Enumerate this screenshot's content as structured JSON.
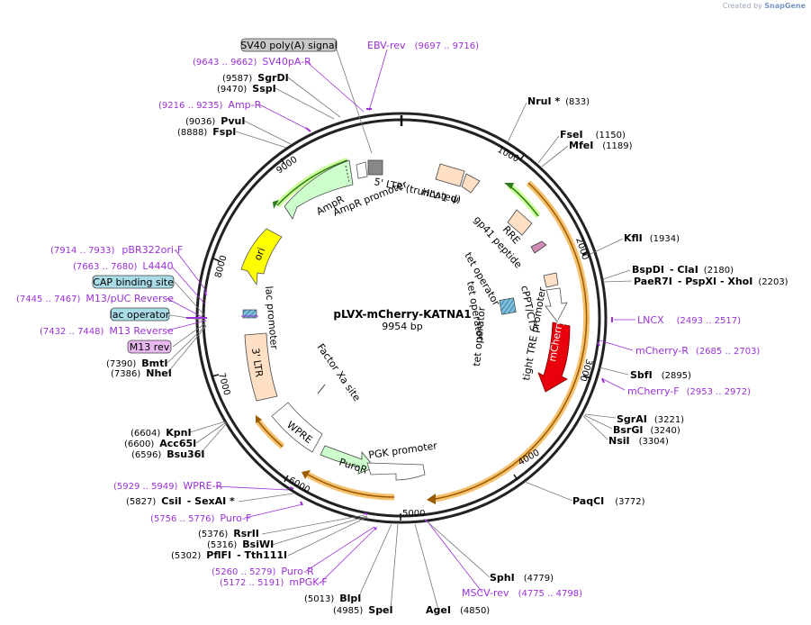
{
  "watermark": {
    "created_by": "Created by",
    "brand": "SnapGene"
  },
  "plasmid": {
    "name": "pLVX-mCherry-KATNA1",
    "size": "9954 bp"
  },
  "ticks": [
    "1000",
    "2000",
    "3000",
    "4000",
    "5000",
    "6000",
    "7000",
    "8000",
    "9000"
  ],
  "features": {
    "ltr5": "5' LTR (truncated)",
    "hiv1": "HIV-1 Ψ",
    "rre": "RRE",
    "gp41": "gp41 peptide",
    "cppt": "cPPT/CTS",
    "tetop1": "tet operator",
    "tetop2": "tet operator",
    "tetop3": "tet operator",
    "tre": "tight TRE promoter",
    "mcherry": "mCherry",
    "pgk": "PGK promoter",
    "puror": "PuroR",
    "wpre": "WPRE",
    "factorxa": "Factor Xa site",
    "ltr3": "3' LTR",
    "lacprom": "lac promoter",
    "ori": "ori",
    "ampr": "AmpR",
    "amprprom": "AmpR promoter"
  },
  "boxed_features": {
    "sv40": "SV40 poly(A) signal",
    "cap": "CAP binding site",
    "lacop": "lac operator",
    "m13rev": "M13 rev"
  },
  "enzymes": [
    {
      "name": "NruI *",
      "pos": "(833)"
    },
    {
      "name": "FseI",
      "pos": "(1150)"
    },
    {
      "name": "MfeI",
      "pos": "(1189)"
    },
    {
      "name": "KflI",
      "pos": "(1934)"
    },
    {
      "name": "BspDI",
      "extra": "-  ClaI",
      "pos": "(2180)"
    },
    {
      "name": "PaeR7I",
      "extra": "-  PspXI   -  XhoI",
      "pos": "(2203)"
    },
    {
      "name": "SbfI",
      "pos": "(2895)"
    },
    {
      "name": "SgrAI",
      "pos": "(3221)"
    },
    {
      "name": "BsrGI",
      "pos": "(3240)"
    },
    {
      "name": "NsiI",
      "pos": "(3304)"
    },
    {
      "name": "PaqCI",
      "pos": "(3772)"
    },
    {
      "name": "SphI",
      "pos": "(4779)"
    },
    {
      "name": "AgeI",
      "pos": "(4850)"
    },
    {
      "name": "SpeI",
      "pos": "(4985)"
    },
    {
      "name": "BlpI",
      "pos": "(5013)"
    },
    {
      "name": "PflFI",
      "extra": "-  Tth111I",
      "pos": "(5302)"
    },
    {
      "name": "BsiWI",
      "pos": "(5316)"
    },
    {
      "name": "RsrII",
      "pos": "(5376)"
    },
    {
      "name": "CsiI",
      "extra": "-  SexAI *",
      "pos": "(5827)"
    },
    {
      "name": "Bsu36I",
      "pos": "(6596)"
    },
    {
      "name": "Acc65I",
      "pos": "(6600)"
    },
    {
      "name": "KpnI",
      "pos": "(6604)"
    },
    {
      "name": "NheI",
      "pos": "(7386)"
    },
    {
      "name": "BmtI",
      "pos": "(7390)"
    },
    {
      "name": "FspI",
      "pos": "(8888)"
    },
    {
      "name": "PvuI",
      "pos": "(9036)"
    },
    {
      "name": "SspI",
      "pos": "(9470)"
    },
    {
      "name": "SgrDI",
      "pos": "(9587)"
    }
  ],
  "primers": [
    {
      "name": "EBV-rev",
      "pos": "(9697 .. 9716)"
    },
    {
      "name": "SV40pA-R",
      "pos": "(9643 .. 9662)"
    },
    {
      "name": "Amp-R",
      "pos": "(9216 .. 9235)"
    },
    {
      "name": "pBR322ori-F",
      "pos": "(7914 .. 7933)"
    },
    {
      "name": "L4440",
      "pos": "(7663 .. 7680)"
    },
    {
      "name": "M13/pUC Reverse",
      "pos": "(7445 .. 7467)"
    },
    {
      "name": "M13 Reverse",
      "pos": "(7432 .. 7448)"
    },
    {
      "name": "LNCX",
      "pos": "(2493 .. 2517)"
    },
    {
      "name": "mCherry-R",
      "pos": "(2685 .. 2703)"
    },
    {
      "name": "mCherry-F",
      "pos": "(2953 .. 2972)"
    },
    {
      "name": "WPRE-R",
      "pos": "(5929 .. 5949)"
    },
    {
      "name": "Puro-F",
      "pos": "(5756 .. 5776)"
    },
    {
      "name": "Puro-R",
      "pos": "(5260 .. 5279)"
    },
    {
      "name": "mPGK-F",
      "pos": "(5172 .. 5191)"
    },
    {
      "name": "MSCV-rev",
      "pos": "(4775 .. 4798)"
    }
  ],
  "colors": {
    "backbone": "#222222",
    "primer": "#9b30d9",
    "mcherry": "#e8000b",
    "ori": "#ffff00",
    "ampr": "#ccffcc",
    "ltr": "#ffe0c4",
    "orf_highlight": "#f5c16e"
  }
}
